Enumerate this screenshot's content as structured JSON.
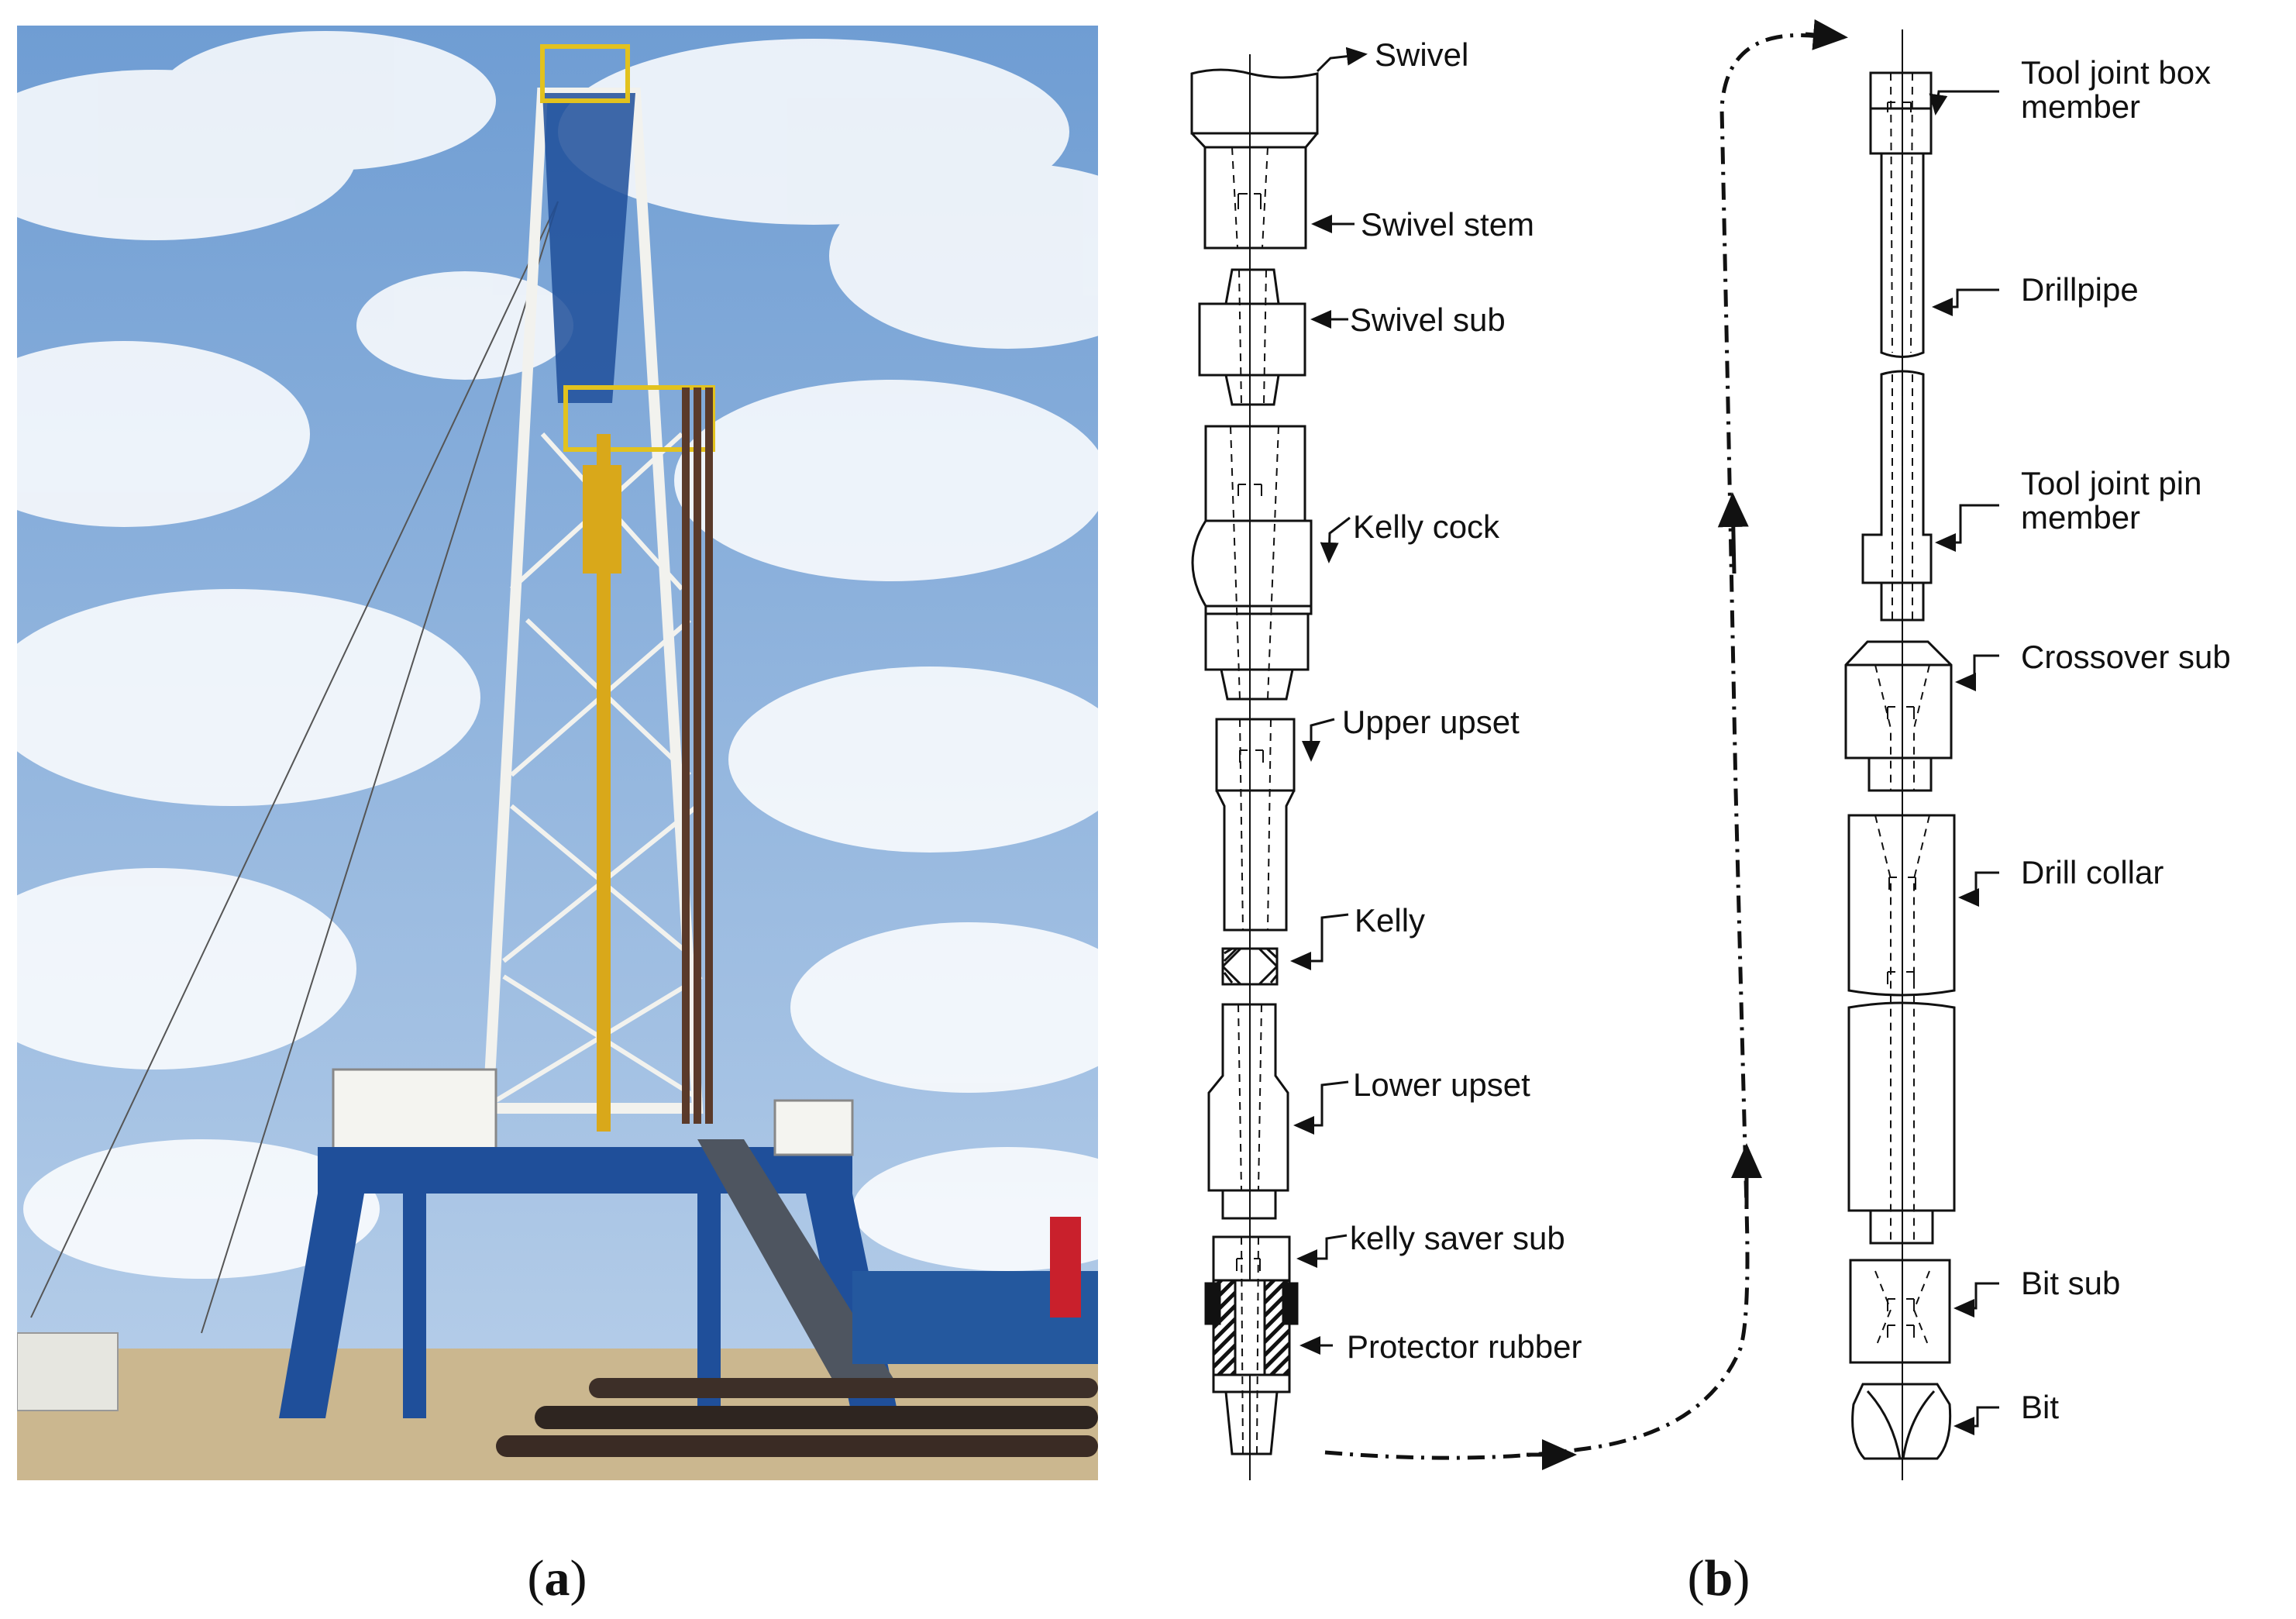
{
  "panel_a": {
    "caption_open": "(",
    "caption_letter": "a",
    "caption_close": ")",
    "photo_subject": "drilling-rig-photo",
    "colors": {
      "sky": "#7fa9d8",
      "derrick_blue": "#1f4f9a",
      "derrick_white": "#f2f2ee",
      "kelly_yellow": "#d9a81a",
      "ground": "#cbb78f",
      "pipe": "#5a3a2a"
    }
  },
  "panel_b": {
    "caption_open": "(",
    "caption_letter": "b",
    "caption_close": ")",
    "left_column_labels": [
      "Swivel",
      "Swivel stem",
      "Swivel sub",
      "Kelly cock",
      "Upper upset",
      "Kelly",
      "Lower upset",
      "kelly saver sub",
      "Protector rubber"
    ],
    "right_column_labels": [
      "Tool joint box",
      "member",
      "Drillpipe",
      "Tool joint pin",
      "member",
      "Crossover sub",
      "Drill collar",
      "Bit sub",
      "Bit"
    ]
  }
}
